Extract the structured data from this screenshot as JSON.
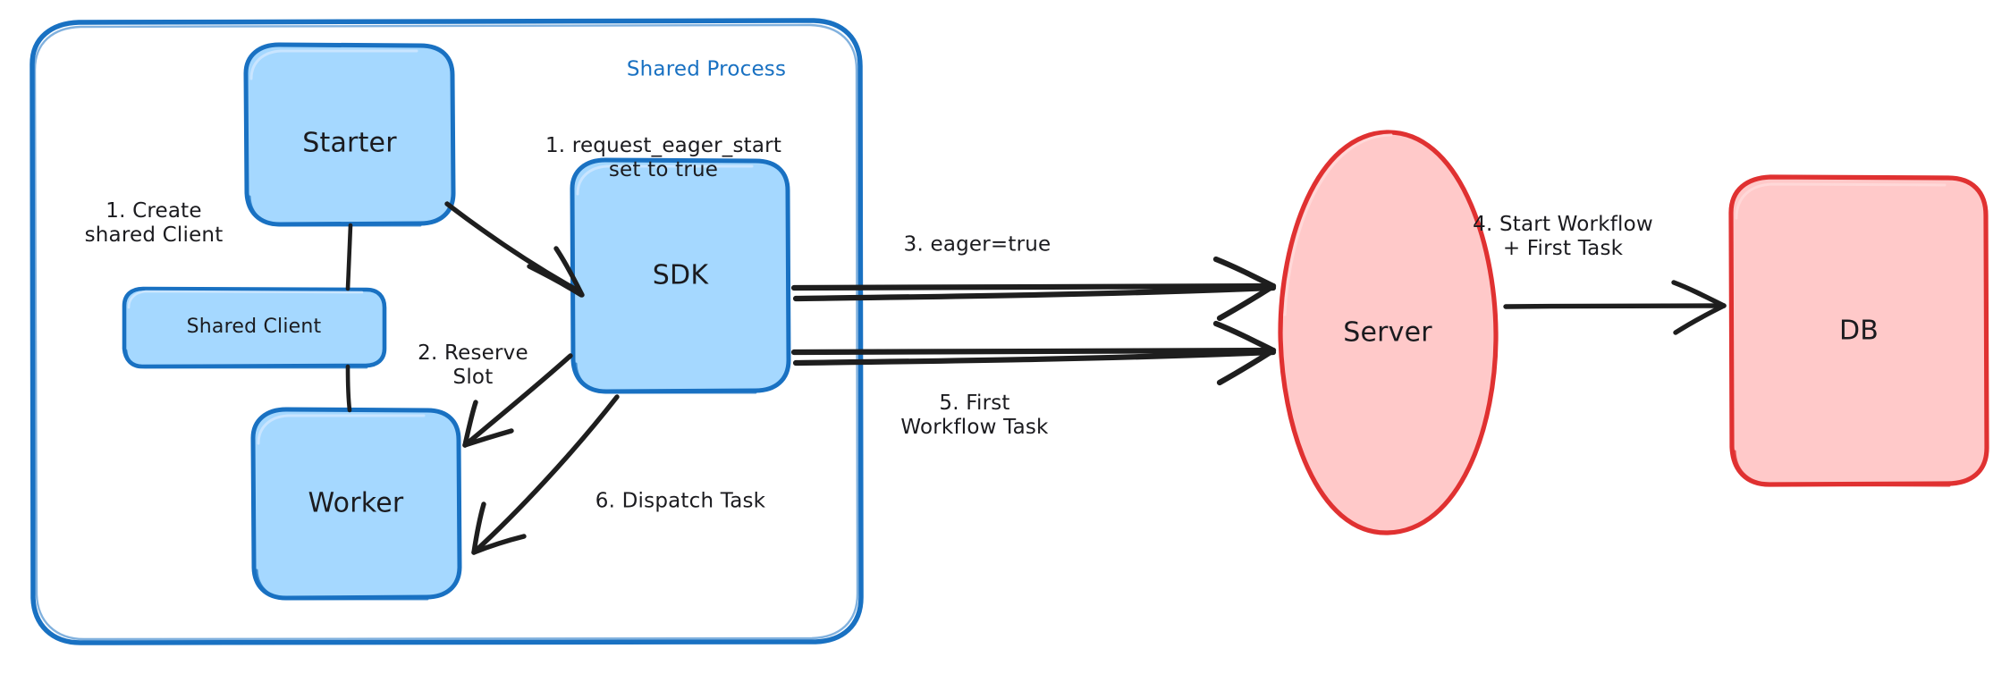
{
  "diagram": {
    "title": "Eager Workflow Start sequence",
    "type": "flow-diagram",
    "style": "hand-drawn",
    "background": "#ffffff",
    "colors": {
      "blue_stroke": "#1971c2",
      "blue_fill": "#a5d8ff",
      "red_stroke": "#e03131",
      "red_fill": "#ffc9c9",
      "text": "#1b1b1f",
      "arrow": "#1e1e1e"
    }
  },
  "group": {
    "label": "Shared Process",
    "color": "#1971c2"
  },
  "nodes": [
    {
      "id": "starter",
      "label": "Starter",
      "shape": "rounded-rect",
      "fill": "#a5d8ff",
      "stroke": "#1971c2"
    },
    {
      "id": "shared-client",
      "label": "Shared Client",
      "shape": "rounded-rect",
      "fill": "#a5d8ff",
      "stroke": "#1971c2"
    },
    {
      "id": "worker",
      "label": "Worker",
      "shape": "rounded-rect",
      "fill": "#a5d8ff",
      "stroke": "#1971c2"
    },
    {
      "id": "sdk",
      "label": "SDK",
      "shape": "rounded-rect",
      "fill": "#a5d8ff",
      "stroke": "#1971c2"
    },
    {
      "id": "server",
      "label": "Server",
      "shape": "ellipse",
      "fill": "#ffc9c9",
      "stroke": "#e03131"
    },
    {
      "id": "db",
      "label": "DB",
      "shape": "rounded-rect",
      "fill": "#ffc9c9",
      "stroke": "#e03131"
    }
  ],
  "edges": [
    {
      "id": "e1",
      "from": "starter",
      "to": "sdk",
      "label": "1. request_eager_start\nset to true"
    },
    {
      "id": "e2",
      "from": "sdk",
      "to": "worker",
      "label": "2. Reserve\nSlot"
    },
    {
      "id": "e3",
      "from": "sdk",
      "to": "server",
      "label": "3. eager=true"
    },
    {
      "id": "e4",
      "from": "server",
      "to": "db",
      "label": "4. Start Workflow\n+ First Task"
    },
    {
      "id": "e5",
      "from": "server",
      "to": "sdk",
      "label": "5. First\nWorkflow Task"
    },
    {
      "id": "e6",
      "from": "sdk",
      "to": "worker",
      "label": "6. Dispatch Task"
    },
    {
      "id": "e0",
      "from": "starter",
      "to": "shared-client",
      "label": "1. Create\nshared Client"
    }
  ],
  "annotations": {
    "create_shared_client": "1. Create\nshared Client",
    "request_eager_start": "1. request_eager_start\nset to true",
    "reserve_slot": "2. Reserve\nSlot",
    "eager_true": "3. eager=true",
    "start_workflow": "4. Start Workflow\n+ First Task",
    "first_workflow_task": "5. First\nWorkflow Task",
    "dispatch_task": "6. Dispatch Task"
  }
}
